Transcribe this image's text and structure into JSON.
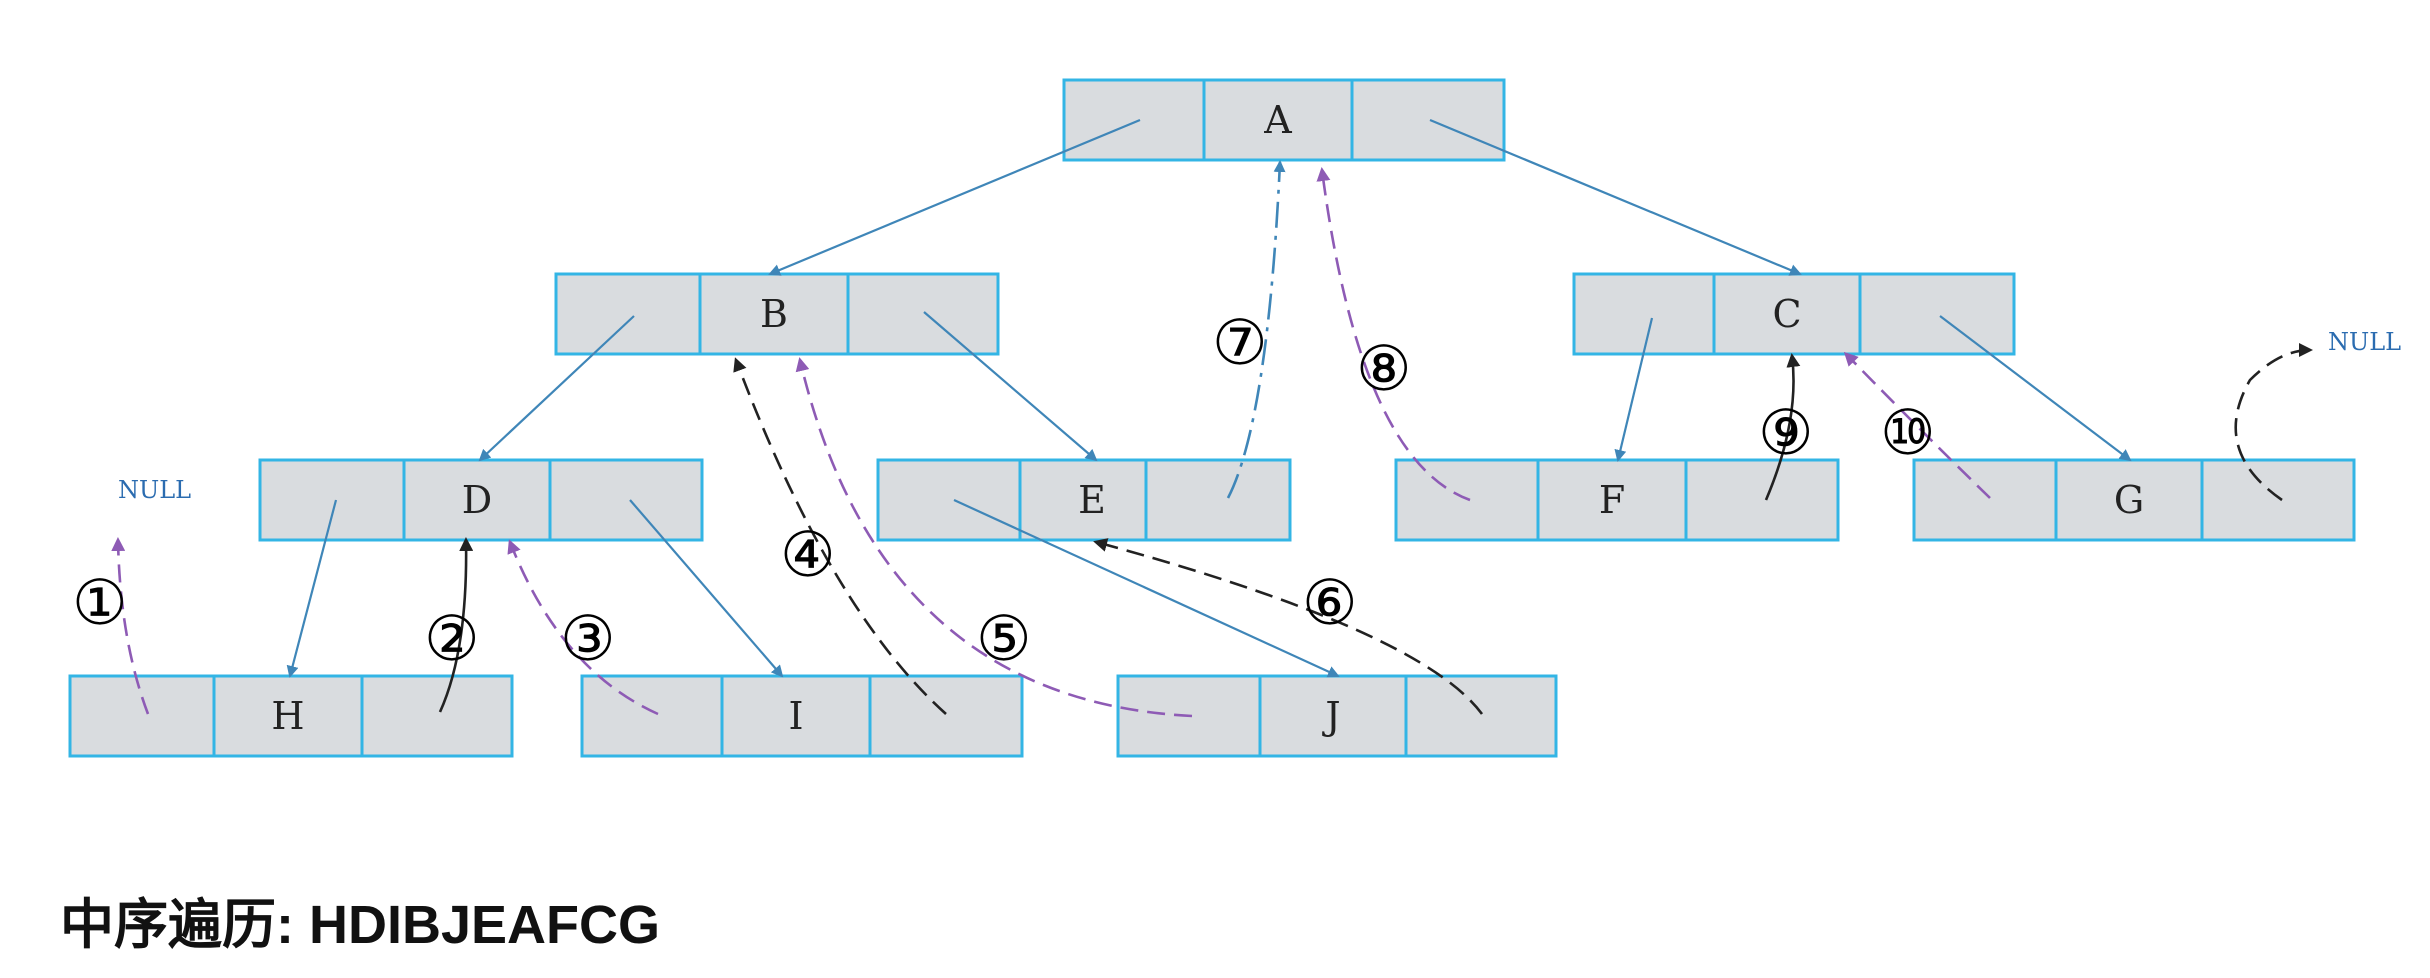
{
  "nodes": {
    "A": "A",
    "B": "B",
    "C": "C",
    "D": "D",
    "E": "E",
    "F": "F",
    "G": "G",
    "H": "H",
    "I": "I",
    "J": "J"
  },
  "null_label": "NULL",
  "steps": [
    "①",
    "②",
    "③",
    "④",
    "⑤",
    "⑥",
    "⑦",
    "⑧",
    "⑨",
    "⑩"
  ],
  "caption": "中序遍历: HDIBJEAFCG",
  "colors": {
    "cell_fill": "#d9dcdf",
    "cell_border": "#33b5e5",
    "child_edge": "#3f86b8",
    "thread_purple": "#8e5bb5",
    "thread_black": "#222222"
  }
}
